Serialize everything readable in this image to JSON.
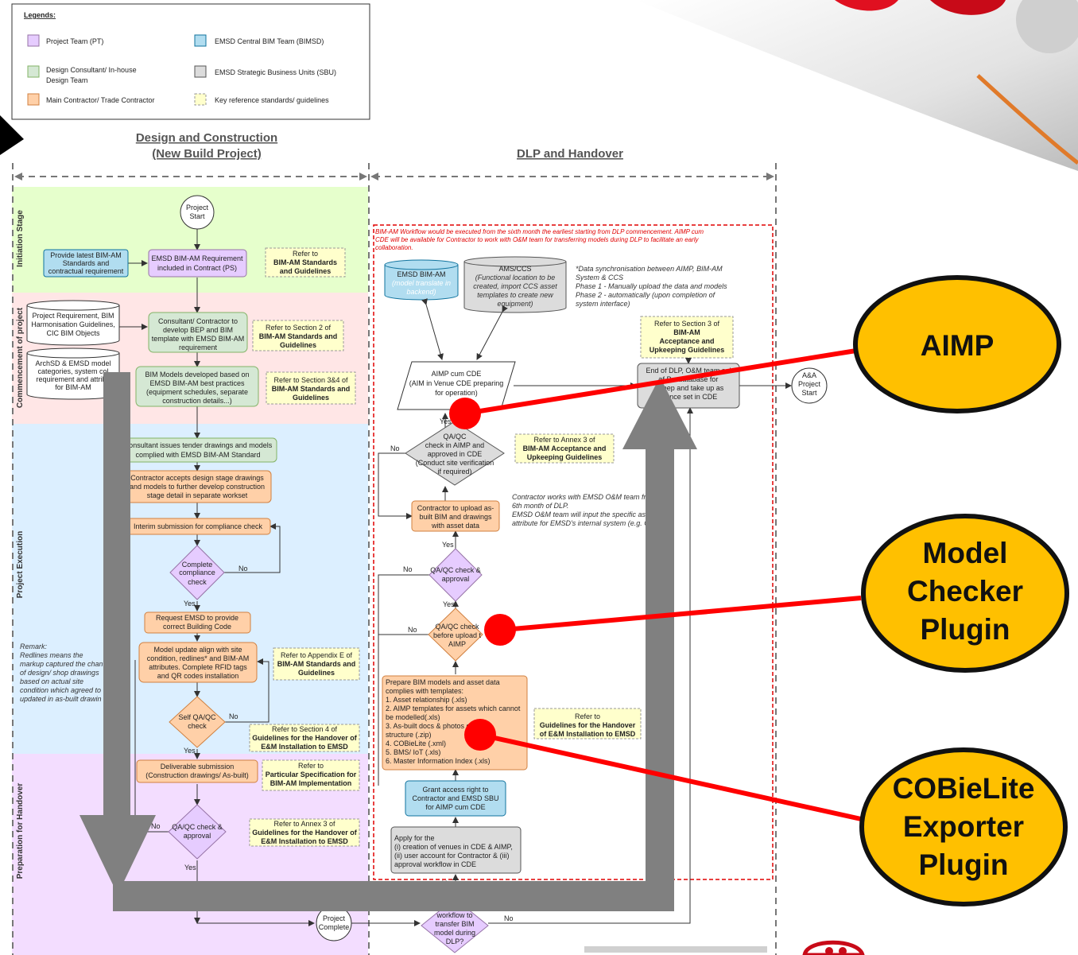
{
  "legend": {
    "title": "Legends:",
    "items": [
      {
        "label": "Project Team (PT)",
        "color": "#e6ccff"
      },
      {
        "label": "EMSD Central BIM Team (BIMSD)",
        "color": "#b1ddf0"
      },
      {
        "label": "Design Consultant/ In-house",
        "label2": "Design Team",
        "color": "#d5e8d4"
      },
      {
        "label": "EMSD Strategic Business Units (SBU)",
        "color": "#dcdcdc"
      },
      {
        "label": "Main Contractor/ Trade Contractor",
        "color": "#ffd0a8"
      },
      {
        "label": "Key reference standards/ guidelines",
        "color": "#ffffcc"
      }
    ]
  },
  "phases": {
    "design_line1": "Design and Construction",
    "design_line2": "(New Build Project)",
    "dlp": "DLP and Handover"
  },
  "lanes": {
    "initiation": "Initiation Stage",
    "commencement": "Commencement of project",
    "execution": "Project Execution",
    "handover": "Preparation for Handover"
  },
  "nodes": {
    "project_start": [
      "Project",
      "Start"
    ],
    "provide_latest": [
      "Provide latest BIM-AM",
      "Standards and",
      "contractual requirement"
    ],
    "emsd_requirement": [
      "EMSD BIM-AM Requirement",
      "included in Contract (PS)"
    ],
    "ref_standards": [
      "Refer to",
      "BIM-AM Standards",
      "and Guidelines"
    ],
    "project_requirement": [
      "Project Requirement, BIM",
      "Harmonisation Guidelines,",
      "CIC BIM Objects"
    ],
    "archsd": [
      "ArchSD & EMSD model",
      "categories, system col",
      "requirement and attribu",
      "for BIM-AM"
    ],
    "consultant_develop": [
      "Consultant/ Contractor to",
      "develop BEP and BIM",
      "template with EMSD BIM-AM",
      "requirement"
    ],
    "ref_section2": [
      "Refer to Section 2 of",
      "BIM-AM Standards and",
      "Guidelines"
    ],
    "bim_models": [
      "BIM Models developed based on",
      "EMSD BIM-AM best practices",
      "(equipment schedules, separate",
      "construction details...)"
    ],
    "ref_section34": [
      "Refer to Section 3&4 of",
      "BIM-AM Standards and",
      "Guidelines"
    ],
    "consultant_issues": [
      "Consultant issues tender drawings and models",
      "complied with EMSD BIM-AM Standard"
    ],
    "contractor_accepts": [
      "Contractor accepts design stage drawings",
      "and models to further develop construction",
      "stage detail in separate workset"
    ],
    "interim": [
      "Interim submission for compliance check"
    ],
    "complete_check": [
      "Complete",
      "compliance",
      "check"
    ],
    "request_code": [
      "Request EMSD to provide",
      "correct Building Code"
    ],
    "model_update": [
      "Model update align with site",
      "condition, redlines* and BIM-AM",
      "attributes. Complete RFID tags",
      "and QR codes installation"
    ],
    "ref_appendix_e": [
      "Refer to Appendix E of",
      "BIM-AM Standards and",
      "Guidelines"
    ],
    "remark": [
      "Remark:",
      "Redlines means the",
      "markup captured the chan",
      "of design/ shop drawings",
      "based on actual site",
      "condition which agreed to",
      "updated in as-built drawin"
    ],
    "self_qa": [
      "Self QA/QC",
      "check"
    ],
    "ref_section4": [
      "Refer to Section 4 of",
      "Guidelines for the Handover of",
      "E&M Installation to EMSD"
    ],
    "deliverable": [
      "Deliverable submission",
      "(Construction drawings/ As-built)"
    ],
    "ref_particular": [
      "Refer to",
      "Particular Specification for",
      "BIM-AM Implementation"
    ],
    "qa_approval_left": [
      "QA/QC check &",
      "approval"
    ],
    "ref_annex3_left": [
      "Refer to Annex 3 of",
      "Guidelines for the Handover of",
      "E&M Installation to EMSD"
    ],
    "project_complete": [
      "Project",
      "Complete"
    ],
    "workflow_transfer": [
      "workflow to",
      "transfer BIM",
      "model during",
      "DLP?"
    ],
    "red_note": [
      "BIM-AM Workflow would be executed from the sixth month the earliest starting from DLP commencement. AIMP cum",
      "CDE will be available for Contractor to work with O&M team for transferring models during DLP to facilitate an early",
      "collaboration."
    ],
    "emsd_bimam": [
      "EMSD BIM-AM",
      "(model translate in",
      "backend)"
    ],
    "ams_ccs": [
      "AMS/CCS",
      "(Functional location to be",
      "created, import CCS asset",
      "templates to create new",
      "equipment)"
    ],
    "data_sync": [
      "*Data synchronisation between AIMP, BIM-AM",
      "System & CCS",
      "Phase 1 - Manually upload the data and models",
      "Phase 2 - automatically (upon completion of",
      "system interface)"
    ],
    "ref_section3_accept": [
      "Refer to Section 3 of",
      "BIM-AM",
      "Acceptance and",
      "Upkeeping Guidelines"
    ],
    "aimp_cde": [
      "AIMP cum CDE",
      "(AIM in Venue CDE preparing",
      "for operation)"
    ],
    "end_dlp": [
      "End of DLP, O&M team sel",
      "of P... database for",
      "...keep and take up as",
      "...ance set in CDE"
    ],
    "aa_start": [
      "A&A",
      "Project",
      "Start"
    ],
    "qa_aimp": [
      "QA/QC",
      "check in AIMP and",
      "approved in CDE",
      "(Conduct site verification",
      "if required)"
    ],
    "ref_annex3_right": [
      "Refer to Annex 3 of",
      "BIM-AM Acceptance and",
      "Upkeeping Guidelines"
    ],
    "contractor_works": [
      "Contractor works with EMSD O&M team fr",
      "6th month of DLP.",
      "EMSD O&M team will input the specific as",
      "attribute for EMSD's internal system (e.g. C"
    ],
    "contractor_upload": [
      "Contractor to upload as-",
      "built BIM and drawings",
      "with asset data"
    ],
    "qa_approval_right": [
      "QA/QC check &",
      "approval"
    ],
    "qa_before_upload": [
      "QA/QC check",
      "before upload t",
      "AIMP"
    ],
    "prepare_bim": [
      "Prepare BIM models and asset data",
      "complies with templates:",
      "1. Asset relationship (.xls)",
      "2. AIMP templates for assets which cannot",
      "be modelled(.xls)",
      "3. As-built docs & photos      g folder",
      "structure (.zip)",
      "4. COBieLite (.xml)",
      "5. BMS/ IoT (.xls)",
      "6. Master Information Index (.xls)"
    ],
    "ref_guidelines_handover": [
      "Refer to",
      "Guidelines for the Handover",
      "of E&M Installation to EMSD"
    ],
    "grant_access": [
      "Grant access right to",
      "Contractor and EMSD SBU",
      "for AIMP cum CDE"
    ],
    "apply_for": [
      "Apply for the",
      "(i) creation of venues in CDE & AIMP,",
      "(ii) user account for Contractor & (iii)",
      "approval workflow in CDE"
    ]
  },
  "edge_labels": {
    "yes": "Yes",
    "no": "No"
  },
  "callouts": [
    {
      "lines": [
        "AIMP"
      ]
    },
    {
      "lines": [
        "Model",
        "Checker",
        "Plugin"
      ]
    },
    {
      "lines": [
        "COBieLite",
        "Exporter",
        "Plugin"
      ]
    }
  ],
  "colors": {
    "callout_fill": "#ffc000",
    "pointer_red": "#ff0000",
    "arrow_gray": "#808080"
  }
}
